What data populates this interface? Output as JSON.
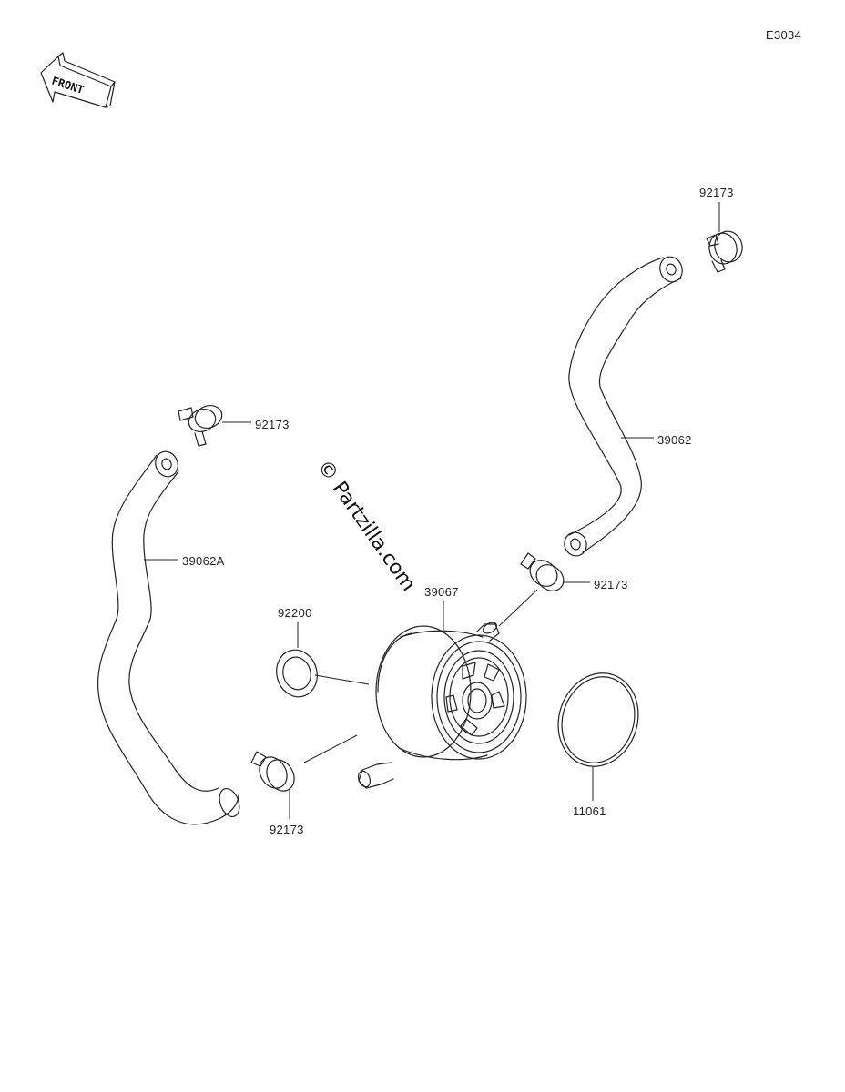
{
  "diagram_code": "E3034",
  "front_label": "FRONT",
  "watermark": "© Partzilla.com",
  "parts": {
    "clamp_top_right": "92173",
    "hose_right": "39062",
    "clamp_mid_right": "92173",
    "oil_cooler": "39067",
    "clamp_top_left": "92173",
    "hose_left": "39062A",
    "washer": "92200",
    "clamp_bottom": "92173",
    "o_ring": "11061"
  }
}
